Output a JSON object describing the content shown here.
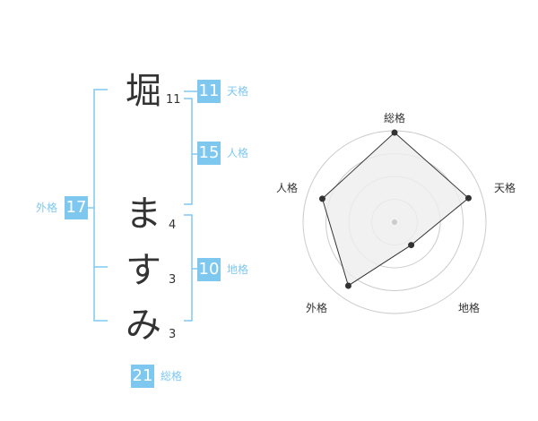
{
  "name": {
    "chars": [
      {
        "char": "堀",
        "strokes": "11"
      },
      {
        "char": "ま",
        "strokes": "4"
      },
      {
        "char": "す",
        "strokes": "3"
      },
      {
        "char": "み",
        "strokes": "3"
      }
    ]
  },
  "kakusu": {
    "tenkaku": {
      "value": "11",
      "label": "天格"
    },
    "jinkaku": {
      "value": "15",
      "label": "人格"
    },
    "chikaku": {
      "value": "10",
      "label": "地格"
    },
    "gaikaku": {
      "value": "17",
      "label": "外格"
    },
    "soukaku": {
      "value": "21",
      "label": "総格"
    }
  },
  "colors": {
    "accent": "#7ec8f0",
    "text": "#333333",
    "grid": "#cccccc",
    "fill": "#eeeeee"
  },
  "chart_data": {
    "type": "radar",
    "axes": [
      "総格",
      "天格",
      "地格",
      "外格",
      "人格"
    ],
    "values": [
      0.98,
      0.85,
      0.31,
      0.86,
      0.83
    ],
    "rings": 4
  }
}
